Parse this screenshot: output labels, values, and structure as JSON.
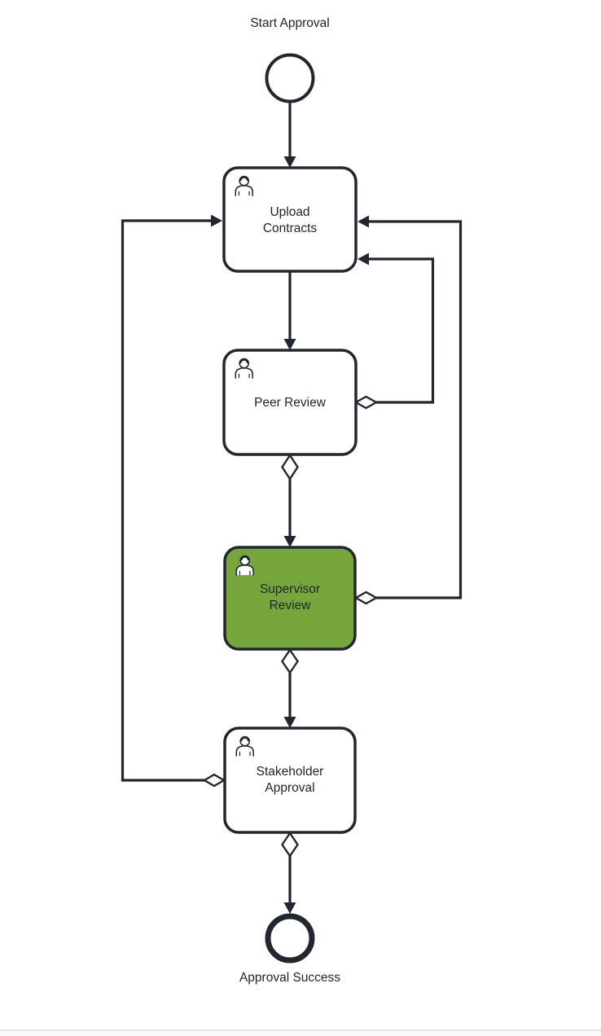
{
  "diagram": {
    "kind": "bpmn-approval-process",
    "background_color": "#ffffff",
    "stroke_color": "#22262e",
    "text_color": "#20242c",
    "task_fill": "#ffffff",
    "highlight_color": "#77a63d",
    "divider_color": "#e3e3e3",
    "start_event": {
      "label": "Start Approval"
    },
    "end_event": {
      "label": "Approval Success"
    },
    "tasks": [
      {
        "id": "upload-contracts",
        "label": "Upload Contracts",
        "type": "user-task",
        "state": "default"
      },
      {
        "id": "peer-review",
        "label": "Peer Review",
        "type": "user-task",
        "state": "default"
      },
      {
        "id": "supervisor-review",
        "label": "Supervisor Review",
        "type": "user-task",
        "state": "highlighted"
      },
      {
        "id": "stakeholder-approval",
        "label": "Stakeholder Approval",
        "type": "user-task",
        "state": "default"
      }
    ],
    "flows": [
      {
        "from": "start-event",
        "to": "upload-contracts",
        "conditional": false
      },
      {
        "from": "upload-contracts",
        "to": "peer-review",
        "conditional": false
      },
      {
        "from": "peer-review",
        "to": "supervisor-review",
        "conditional": true
      },
      {
        "from": "supervisor-review",
        "to": "stakeholder-approval",
        "conditional": true
      },
      {
        "from": "stakeholder-approval",
        "to": "end-event",
        "conditional": true
      },
      {
        "from": "peer-review",
        "to": "upload-contracts",
        "conditional": true,
        "route": "right-inner-loop"
      },
      {
        "from": "supervisor-review",
        "to": "upload-contracts",
        "conditional": true,
        "route": "right-outer-loop"
      },
      {
        "from": "stakeholder-approval",
        "to": "upload-contracts",
        "conditional": true,
        "route": "left-loop"
      }
    ]
  }
}
